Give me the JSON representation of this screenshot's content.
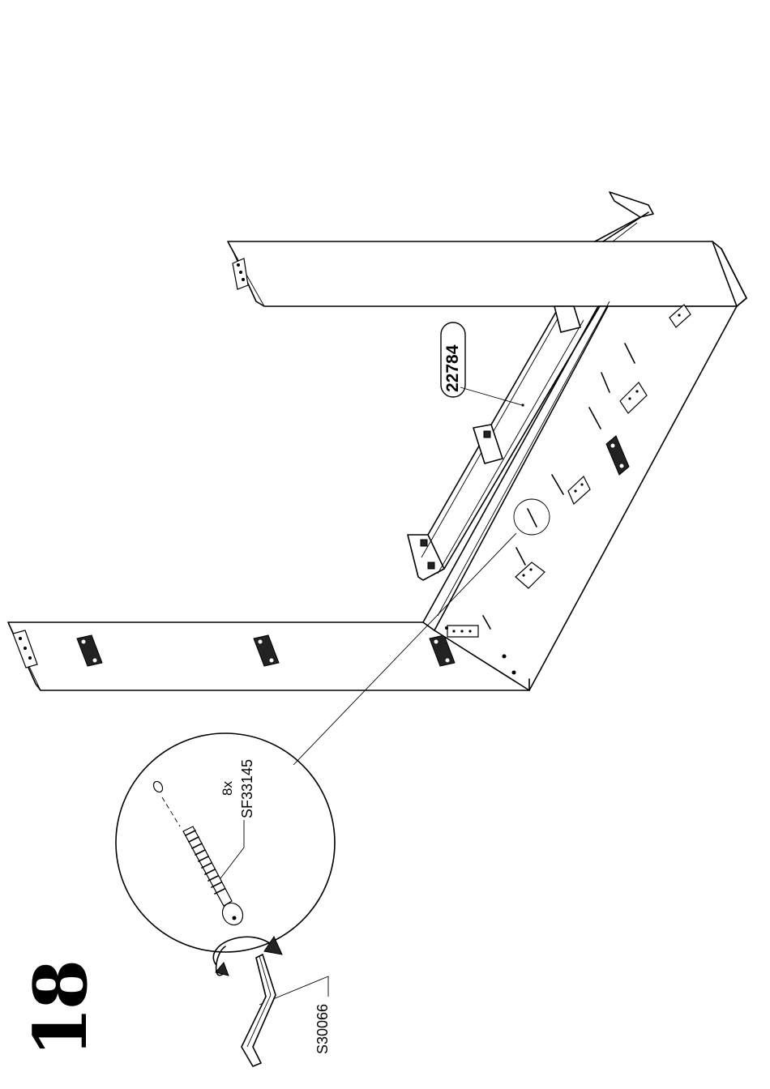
{
  "step": {
    "number": "18"
  },
  "callouts": {
    "panel_part_id": "22784",
    "screw_quantity": "8x",
    "screw_part_id": "SF33145",
    "tool_part_id": "S30066"
  },
  "colors": {
    "line": "#000000",
    "background": "#ffffff"
  },
  "icons": {
    "assembly": "furniture-frame-drawing",
    "detail": "magnifier-circle",
    "screw": "screw-icon",
    "tool": "allen-key-icon",
    "rotation": "rotate-arrow-icon"
  }
}
